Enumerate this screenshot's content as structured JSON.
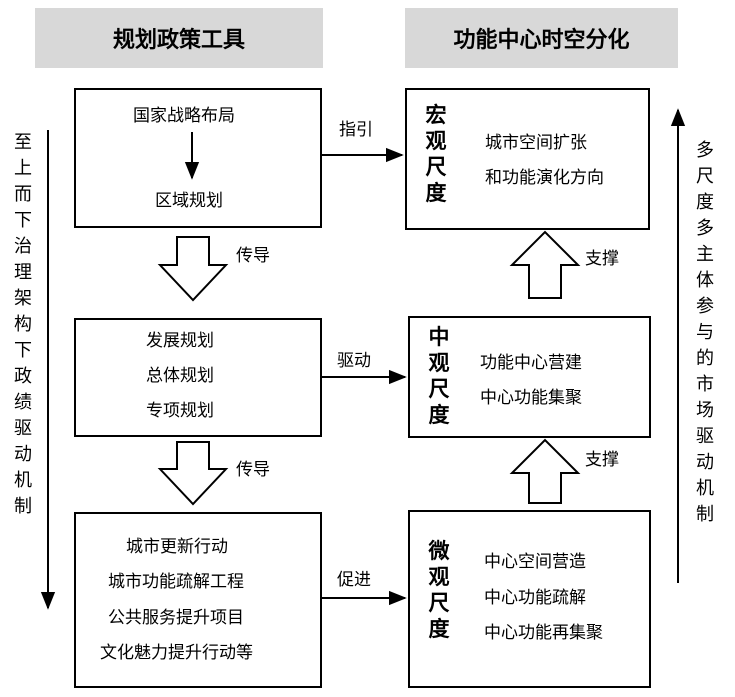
{
  "headers": {
    "left": "规划政策工具",
    "right": "功能中心时空分化"
  },
  "left_boxes": {
    "top": {
      "line1": "国家战略布局",
      "line2": "区域规划"
    },
    "middle": [
      "发展规划",
      "总体规划",
      "专项规划"
    ],
    "bottom": [
      "城市更新行动",
      "城市功能疏解工程",
      "公共服务提升项目",
      "文化魅力提升行动等"
    ]
  },
  "right_boxes": {
    "macro": {
      "scale": [
        "宏",
        "观",
        "尺",
        "度"
      ],
      "items": [
        "城市空间扩张",
        "和功能演化方向"
      ]
    },
    "meso": {
      "scale": [
        "中",
        "观",
        "尺",
        "度"
      ],
      "items": [
        "功能中心营建",
        "中心功能集聚"
      ]
    },
    "micro": {
      "scale": [
        "微",
        "观",
        "尺",
        "度"
      ],
      "items": [
        "中心空间营造",
        "中心功能疏解",
        "中心功能再集聚"
      ]
    }
  },
  "arrow_labels": {
    "guide": "指引",
    "drive": "驱动",
    "promote": "促进",
    "transmit1": "传导",
    "transmit2": "传导",
    "support1": "支撑",
    "support2": "支撑"
  },
  "side_labels": {
    "left": [
      "至",
      "上",
      "而",
      "下",
      "治",
      "理",
      "架",
      "构",
      "下",
      "政",
      "绩",
      "驱",
      "动",
      "机",
      "制"
    ],
    "right": [
      "多",
      "尺",
      "度",
      "多",
      "主",
      "体",
      "参",
      "与",
      "的",
      "市",
      "场",
      "驱",
      "动",
      "机",
      "制"
    ]
  }
}
